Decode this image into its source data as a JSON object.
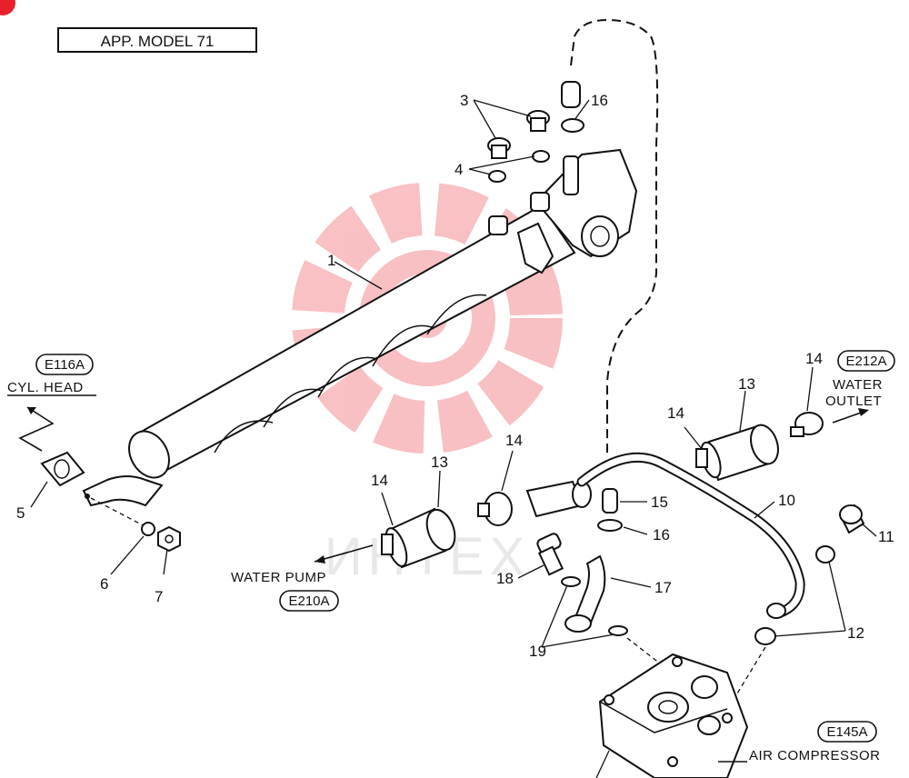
{
  "header": {
    "model_box": "APP. MODEL 71"
  },
  "references": {
    "cyl_head_code": "E116A",
    "cyl_head_name": "CYL. HEAD",
    "water_outlet_code": "E212A",
    "water_outlet_line1": "WATER",
    "water_outlet_line2": "OUTLET",
    "water_pump_name": "WATER PUMP",
    "water_pump_code": "E210A",
    "air_compressor_code": "E145A",
    "air_compressor_name": "AIR COMPRESSOR"
  },
  "callouts": {
    "p1": "1",
    "p3": "3",
    "p4": "4",
    "p5": "5",
    "p6": "6",
    "p7": "7",
    "p10": "10",
    "p11": "11",
    "p12": "12",
    "p13a": "13",
    "p13b": "13",
    "p14a": "14",
    "p14b": "14",
    "p14c": "14",
    "p14d": "14",
    "p15": "15",
    "p16a": "16",
    "p16b": "16",
    "p17": "17",
    "p18": "18",
    "p19": "19"
  },
  "watermark": {
    "text": "ИНТЕХ",
    "color": "#e8202a"
  },
  "colors": {
    "ink": "#111111",
    "badge": "#e8202a"
  }
}
